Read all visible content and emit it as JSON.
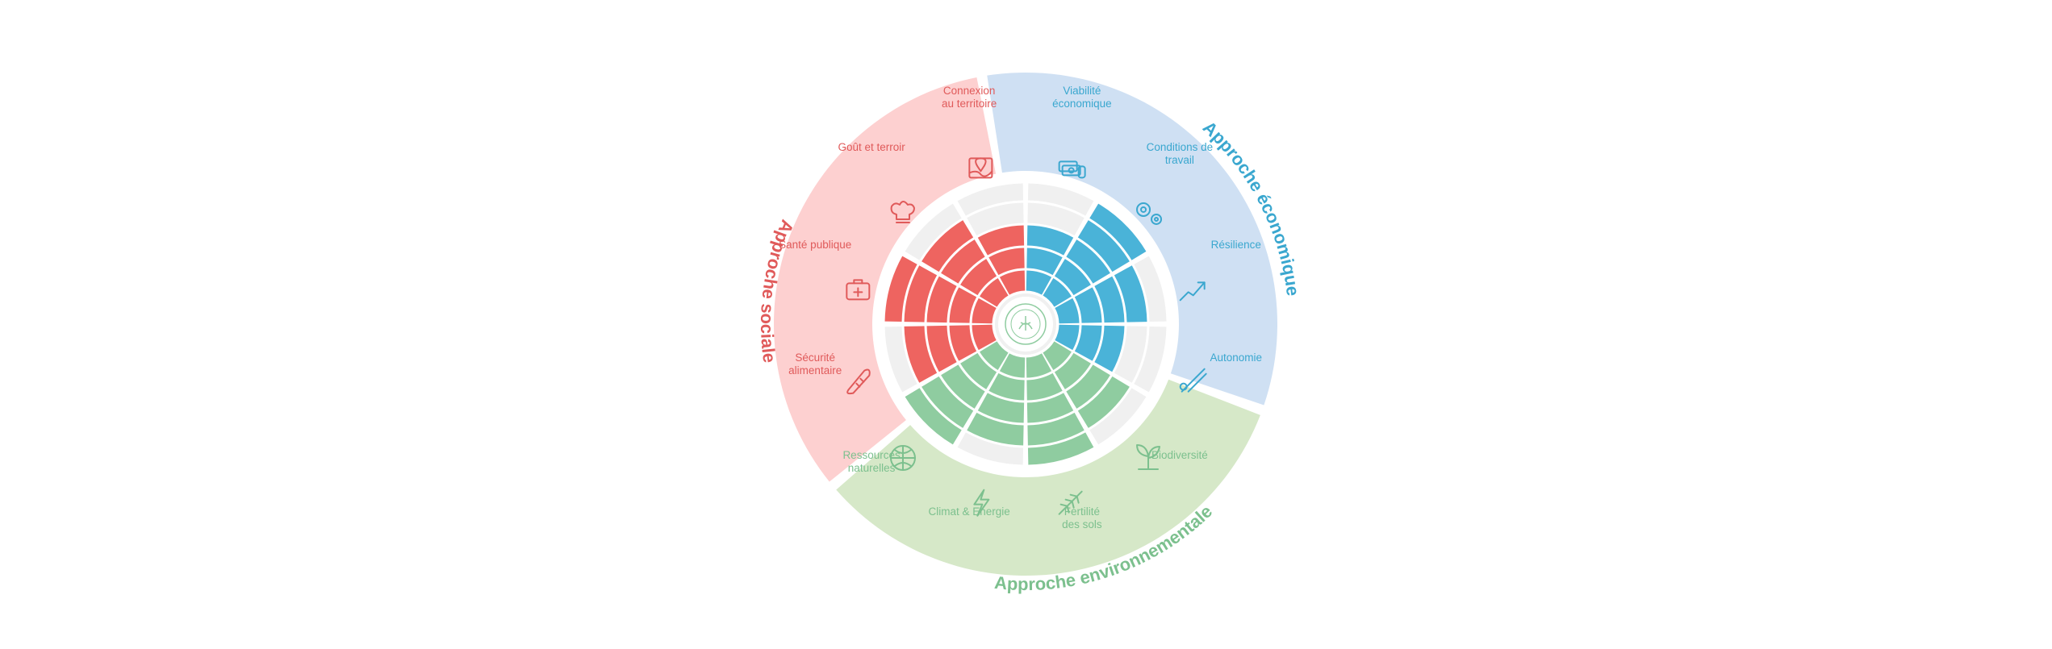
{
  "colors": {
    "social_bg": "#fdd0d0",
    "social_fg": "#e05a5a",
    "social_fill": "#ee6460",
    "economic_bg": "#cfe0f3",
    "economic_fg": "#3aa7cf",
    "economic_fill": "#4ab3d8",
    "environmental_bg": "#d6e8c8",
    "environmental_fg": "#7cc08e",
    "environmental_fill": "#8fcca0",
    "empty_cell": "#f0f0f0",
    "ring_gap": "#ffffff"
  },
  "sectors": [
    {
      "id": "economic",
      "title": "Approche économique"
    },
    {
      "id": "environmental",
      "title": "Approche environnementale"
    },
    {
      "id": "social",
      "title": "Approche sociale"
    }
  ],
  "dimensions": [
    {
      "label": "Viabilité économique",
      "lines": [
        "Viabilité",
        "économique"
      ],
      "sector": "economic",
      "icon": "money-icon",
      "level": 3
    },
    {
      "label": "Conditions de travail",
      "lines": [
        "Conditions de",
        "travail"
      ],
      "sector": "economic",
      "icon": "gears-icon",
      "level": 5
    },
    {
      "label": "Résilience",
      "lines": [
        "Résilience"
      ],
      "sector": "economic",
      "icon": "trend-up-icon",
      "level": 4
    },
    {
      "label": "Autonomie",
      "lines": [
        "Autonomie"
      ],
      "sector": "economic",
      "icon": "pruning-shears-icon",
      "level": 3
    },
    {
      "label": "Biodiversité",
      "lines": [
        "Biodiversité"
      ],
      "sector": "environmental",
      "icon": "sprout-icon",
      "level": 4
    },
    {
      "label": "Fertilité des sols",
      "lines": [
        "Fertilité",
        "des sols"
      ],
      "sector": "environmental",
      "icon": "wheat-icon",
      "level": 5
    },
    {
      "label": "Climat & Energie",
      "lines": [
        "Climat & Energie"
      ],
      "sector": "environmental",
      "icon": "lightning-icon",
      "level": 4
    },
    {
      "label": "Ressources naturelles",
      "lines": [
        "Ressources",
        "naturelles"
      ],
      "sector": "environmental",
      "icon": "globe-icon",
      "level": 5
    },
    {
      "label": "Sécurité alimentaire",
      "lines": [
        "Sécurité",
        "alimentaire"
      ],
      "sector": "social",
      "icon": "bread-icon",
      "level": 4
    },
    {
      "label": "Santé publique",
      "lines": [
        "Santé publique"
      ],
      "sector": "social",
      "icon": "medkit-icon",
      "level": 5
    },
    {
      "label": "Goût et terroir",
      "lines": [
        "Goût et terroir"
      ],
      "sector": "social",
      "icon": "chef-hat-icon",
      "level": 4
    },
    {
      "label": "Connexion au territoire",
      "lines": [
        "Connexion",
        "au territoire"
      ],
      "sector": "social",
      "icon": "map-pin-icon",
      "level": 3
    }
  ],
  "max_level": 5,
  "center_logo": "badge-icon"
}
